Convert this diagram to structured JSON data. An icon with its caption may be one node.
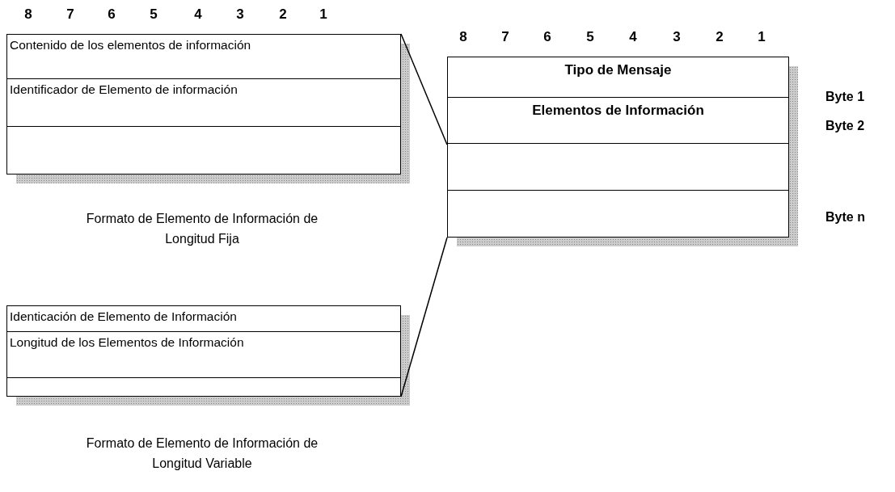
{
  "diagram": {
    "nodes": [
      {
        "text": [
          "Contenido de los elementos de información"
        ]
      },
      {
        "text": [
          "Identificador de Elemento de información"
        ]
      },
      {
        "text": [],
        "shape": "box"
      },
      {
        "text": [
          "Identicación de Elemento de Información"
        ]
      },
      {
        "text": [
          "Longitud de los Elementos de Información"
        ]
      },
      {
        "text": [],
        "shape": "box"
      },
      {
        "text": [
          "Tipo de Mensaje"
        ],
        "beside": [
          "Byte 1"
        ]
      },
      {
        "text": [
          "Elementos de Información"
        ],
        "beside": [
          "Byte 2"
        ]
      },
      {
        "text": [],
        "shape": "box"
      },
      {
        "text": [],
        "shape": "box",
        "beside": [
          "Byte n"
        ]
      }
    ],
    "edges": [
      {
        "from": 0,
        "to": 7,
        "arrow": "none"
      },
      {
        "from": 9,
        "to": 5,
        "arrow": "none"
      }
    ],
    "labels": [
      "8",
      "7",
      "6",
      "5",
      "4",
      "3",
      "2",
      "1",
      "8",
      "7",
      "6",
      "5",
      "4",
      "3",
      "2",
      "1",
      "Formato de Elemento de Información de Longitud Fija",
      "Formato de Elemento de Información de Longitud Variable"
    ]
  }
}
